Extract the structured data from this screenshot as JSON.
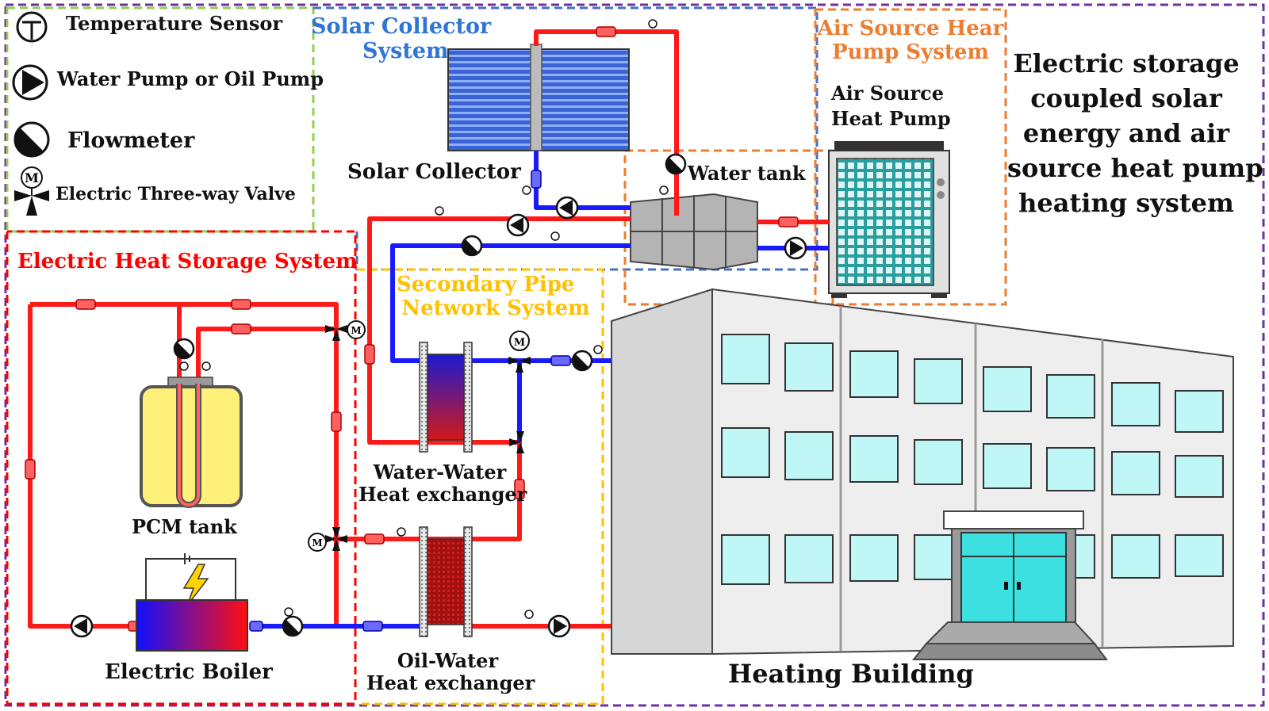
{
  "legend": {
    "temperature_sensor": "Temperature Sensor",
    "pump": "Water Pump or Oil Pump",
    "flowmeter": "Flowmeter",
    "valve": "Electric Three-way Valve"
  },
  "systems": {
    "solar_line1": "Solar Collector",
    "solar_line2": "System",
    "ashp_line1": "Air Source Hear",
    "ashp_line2": "Pump System",
    "electric": "Electric Heat Storage System",
    "secondary_line1": "Secondary Pipe",
    "secondary_line2": "Network System"
  },
  "components": {
    "solar_collector": "Solar Collector",
    "water_tank": "Water tank",
    "ashp_line1": "Air Source",
    "ashp_line2": "Heat Pump",
    "pcm_tank": "PCM tank",
    "electric_boiler": "Electric Boiler",
    "ww_line1": "Water-Water",
    "ww_line2": "Heat exchanger",
    "ow_line1": "Oil-Water",
    "ow_line2": "Heat exchanger",
    "building": "Heating Building"
  },
  "title": {
    "line1": "Electric storage",
    "line2": "coupled solar",
    "line3": "energy and air",
    "line4": "source heat pump",
    "line5": "heating system"
  },
  "colors": {
    "hot_pipe": "#ff1a1a",
    "cold_pipe": "#1a1aff",
    "outer_border": "#7030a0",
    "legend_border": "#92d050",
    "solar_border": "#4472c4",
    "ashp_border": "#ed7d31",
    "electric_border": "#ff0000",
    "secondary_border": "#ffc000",
    "solar_label": "#2e75d6",
    "ashp_label": "#ed7d31",
    "electric_label": "#ff0000",
    "secondary_label": "#ffc000"
  }
}
